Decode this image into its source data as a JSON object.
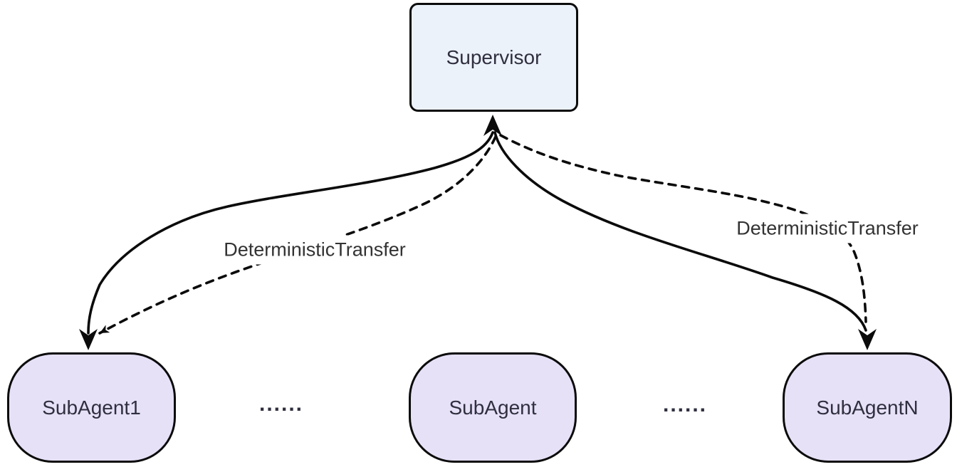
{
  "diagram": {
    "type": "flowchart",
    "description": "Supervisor multi-agent handoff diagram: a Supervisor node connected by curved solid and dashed arrows to SubAgent nodes"
  },
  "nodes": {
    "supervisor": {
      "label": "Supervisor",
      "shape": "rounded-rectangle",
      "fill": "#ecf2fa"
    },
    "subagent1": {
      "label": "SubAgent1",
      "shape": "stadium",
      "fill": "#e7e1f8"
    },
    "subagent_mid": {
      "label": "SubAgent",
      "shape": "stadium",
      "fill": "#e7e1f8"
    },
    "subagent_n": {
      "label": "SubAgentN",
      "shape": "stadium",
      "fill": "#e7e1f8"
    }
  },
  "ellipsis": {
    "left": "......",
    "right": "......"
  },
  "edge_labels": {
    "left": "DeterministicTransfer",
    "right": "DeterministicTransfer"
  },
  "edges": [
    {
      "from": "SubAgent1",
      "to": "Supervisor",
      "style": "solid",
      "arrows": "both-ends",
      "label": ""
    },
    {
      "from": "Supervisor",
      "to": "SubAgent1",
      "style": "dashed",
      "arrows": "to",
      "label": "DeterministicTransfer"
    },
    {
      "from": "Supervisor",
      "to": "SubAgentN",
      "style": "solid",
      "arrows": "to",
      "label": ""
    },
    {
      "from": "Supervisor",
      "to": "SubAgentN",
      "style": "dashed",
      "arrows": "to",
      "label": "DeterministicTransfer"
    }
  ],
  "colors": {
    "background": "#ffffff",
    "edge": "#0b0b0b",
    "node_border": "#0b0b0b",
    "text": "#2f2f3f",
    "supervisor_fill": "#ecf2fa",
    "subagent_fill": "#e7e1f8"
  }
}
